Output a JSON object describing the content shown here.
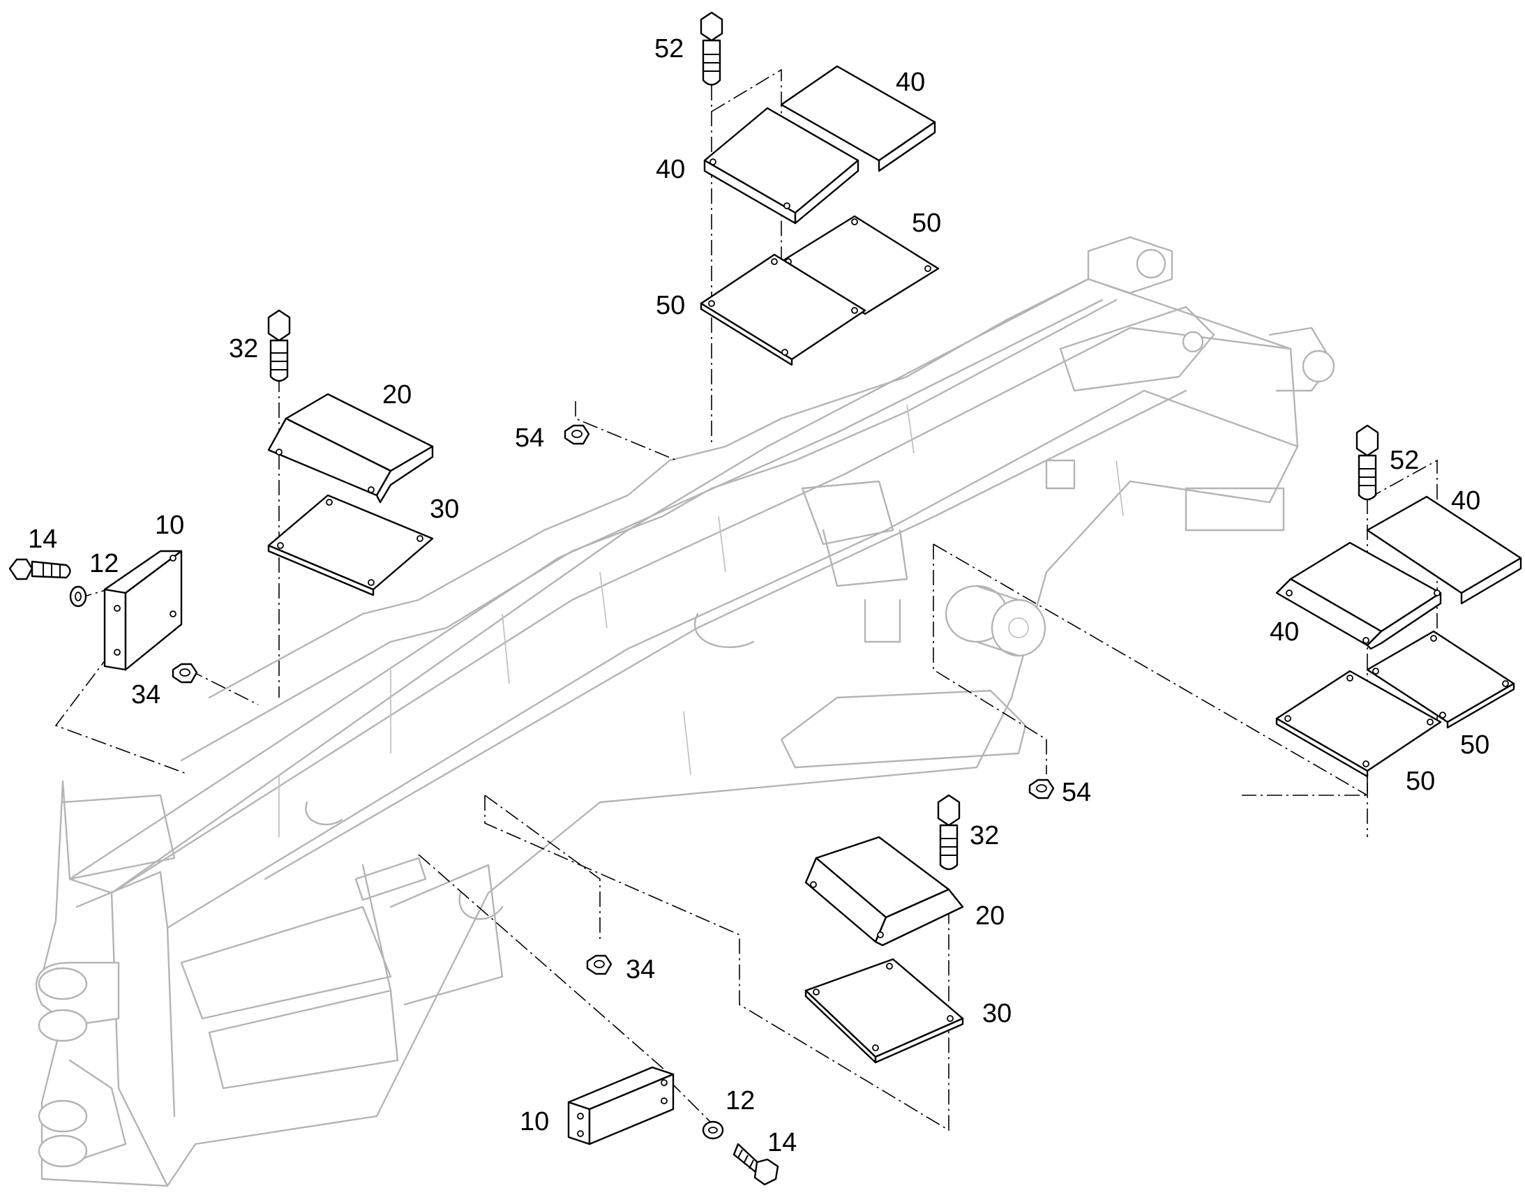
{
  "diagram": {
    "callouts": [
      {
        "id": "c52a",
        "text": "52"
      },
      {
        "id": "c40a",
        "text": "40"
      },
      {
        "id": "c40b",
        "text": "40"
      },
      {
        "id": "c50a",
        "text": "50"
      },
      {
        "id": "c50b",
        "text": "50"
      },
      {
        "id": "c32a",
        "text": "32"
      },
      {
        "id": "c20a",
        "text": "20"
      },
      {
        "id": "c30a",
        "text": "30"
      },
      {
        "id": "c54a",
        "text": "54"
      },
      {
        "id": "c14a",
        "text": "14"
      },
      {
        "id": "c12a",
        "text": "12"
      },
      {
        "id": "c10a",
        "text": "10"
      },
      {
        "id": "c34a",
        "text": "34"
      },
      {
        "id": "c52b",
        "text": "52"
      },
      {
        "id": "c40c",
        "text": "40"
      },
      {
        "id": "c40d",
        "text": "40"
      },
      {
        "id": "c50c",
        "text": "50"
      },
      {
        "id": "c50d",
        "text": "50"
      },
      {
        "id": "c54b",
        "text": "54"
      },
      {
        "id": "c32b",
        "text": "32"
      },
      {
        "id": "c20b",
        "text": "20"
      },
      {
        "id": "c30b",
        "text": "30"
      },
      {
        "id": "c34b",
        "text": "34"
      },
      {
        "id": "c10b",
        "text": "10"
      },
      {
        "id": "c12b",
        "text": "12"
      },
      {
        "id": "c14b",
        "text": "14"
      }
    ]
  }
}
